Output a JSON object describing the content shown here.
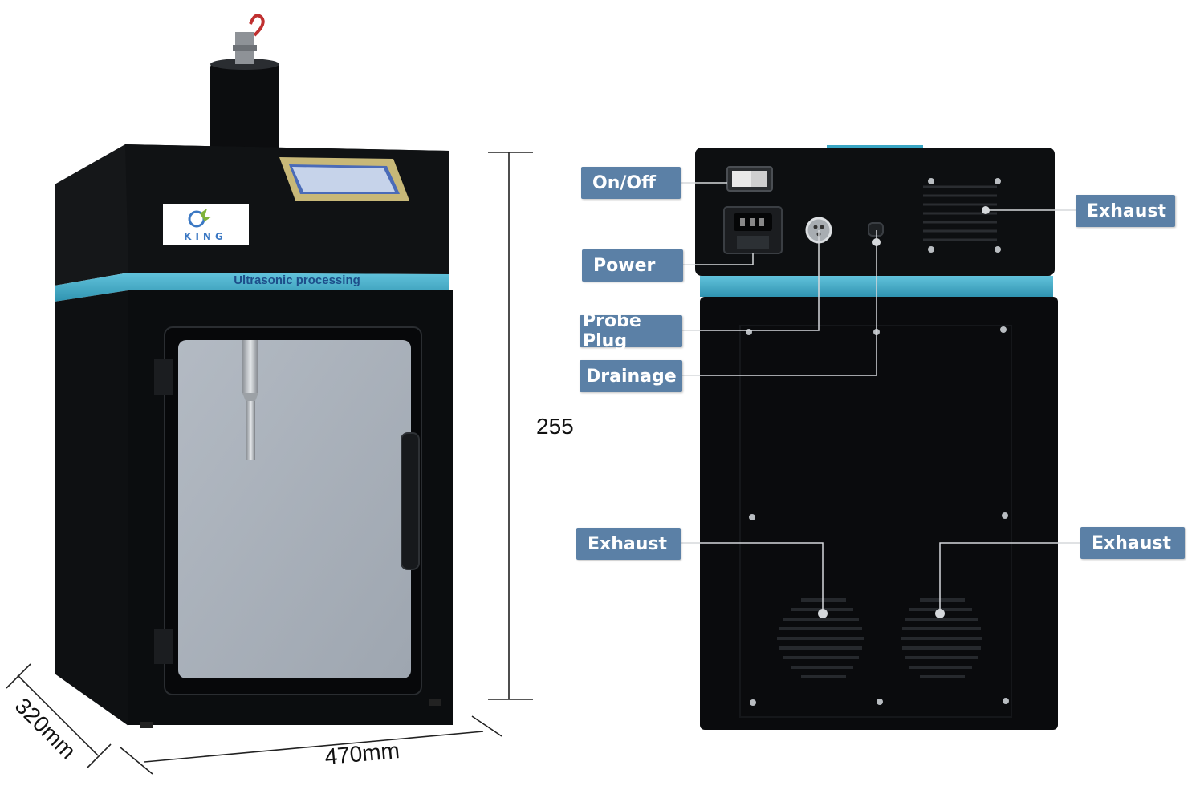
{
  "brand": {
    "logo_text": "KING"
  },
  "front": {
    "band_text": "Ultrasonic processing"
  },
  "dimensions": {
    "height": "255",
    "width": "470mm",
    "depth": "320mm"
  },
  "labels": {
    "on_off": "On/Off",
    "power": "Power",
    "probe_plug": "Probe Plug",
    "drainage": "Drainage",
    "exhaust_top": "Exhaust",
    "exhaust_bottom_left": "Exhaust",
    "exhaust_bottom_right": "Exhaust"
  },
  "colors": {
    "cabinet": "#0f1113",
    "accent_band": "#39a6c4",
    "label_bg": "#5b80a6",
    "window": "#a9b1bb",
    "screen_frame": "#c8b878"
  }
}
